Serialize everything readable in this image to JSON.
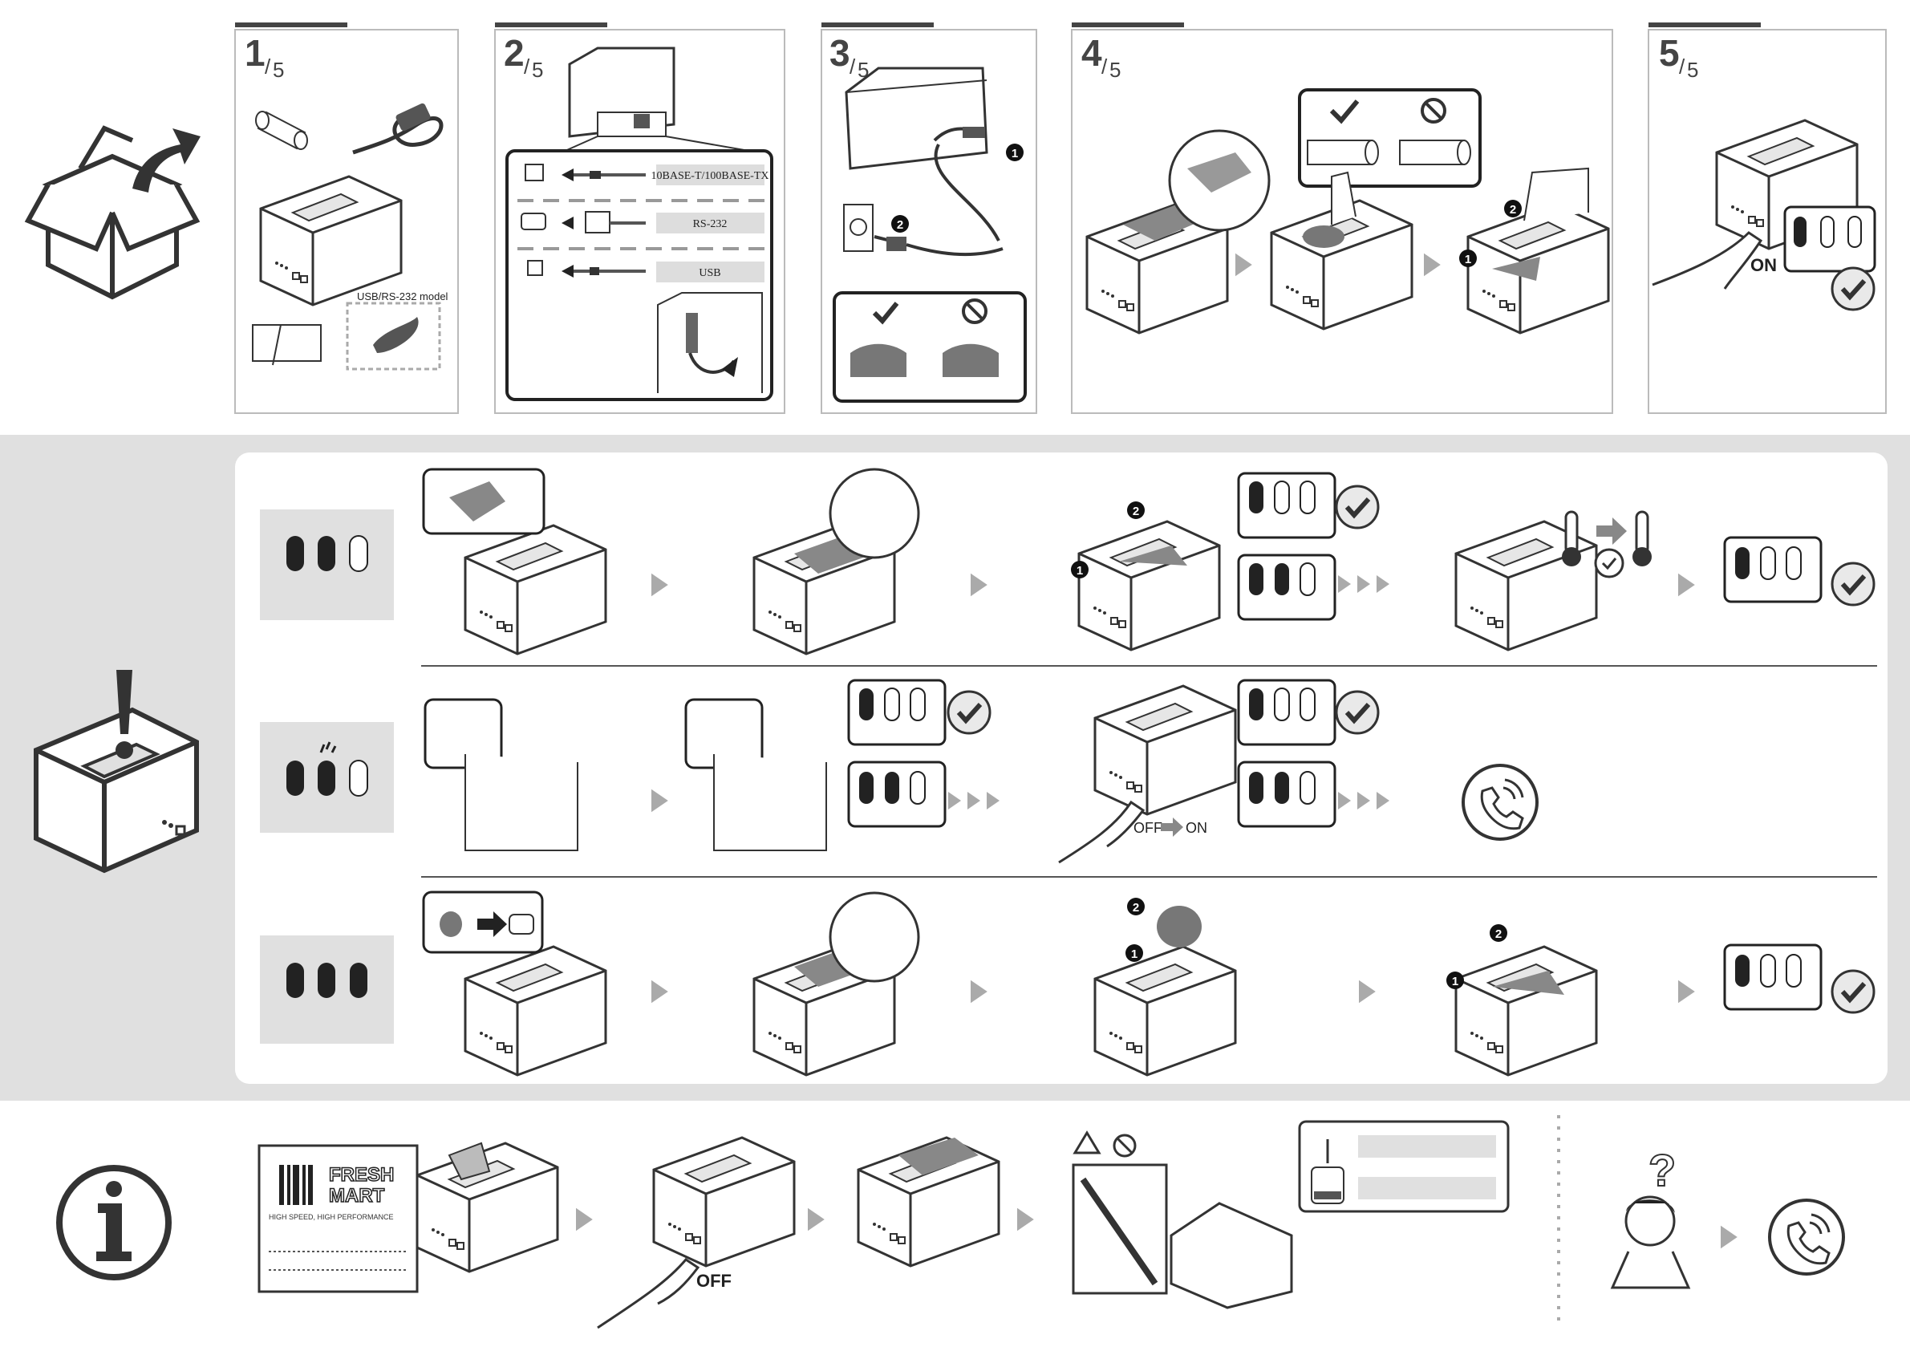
{
  "setup_steps": [
    {
      "num": "1",
      "den": "5",
      "sub_label": "USB/RS-232 model"
    },
    {
      "num": "2",
      "den": "5",
      "interfaces": [
        "10BASE-T/100BASE-TX",
        "RS-232",
        "USB"
      ]
    },
    {
      "num": "3",
      "den": "5",
      "callouts": [
        "1",
        "2"
      ]
    },
    {
      "num": "4",
      "den": "5",
      "callouts": [
        "1",
        "2"
      ]
    },
    {
      "num": "5",
      "den": "5",
      "power_label": "ON"
    }
  ],
  "troubleshoot": {
    "row2_power_label_off": "OFF",
    "row2_power_label_on": "ON",
    "callouts": [
      "1",
      "2"
    ]
  },
  "info": {
    "receipt_brand_line1": "FRESH",
    "receipt_brand_line2": "MART",
    "receipt_tagline": "HIGH SPEED, HIGH PERFORMANCE",
    "power_off_label": "OFF"
  },
  "icons": [
    "unbox-icon",
    "alert-printer-icon",
    "info-icon",
    "phone-support-icon",
    "checkmark-icon",
    "prohibited-icon",
    "thermometer-icon",
    "timer-icon",
    "question-icon"
  ]
}
